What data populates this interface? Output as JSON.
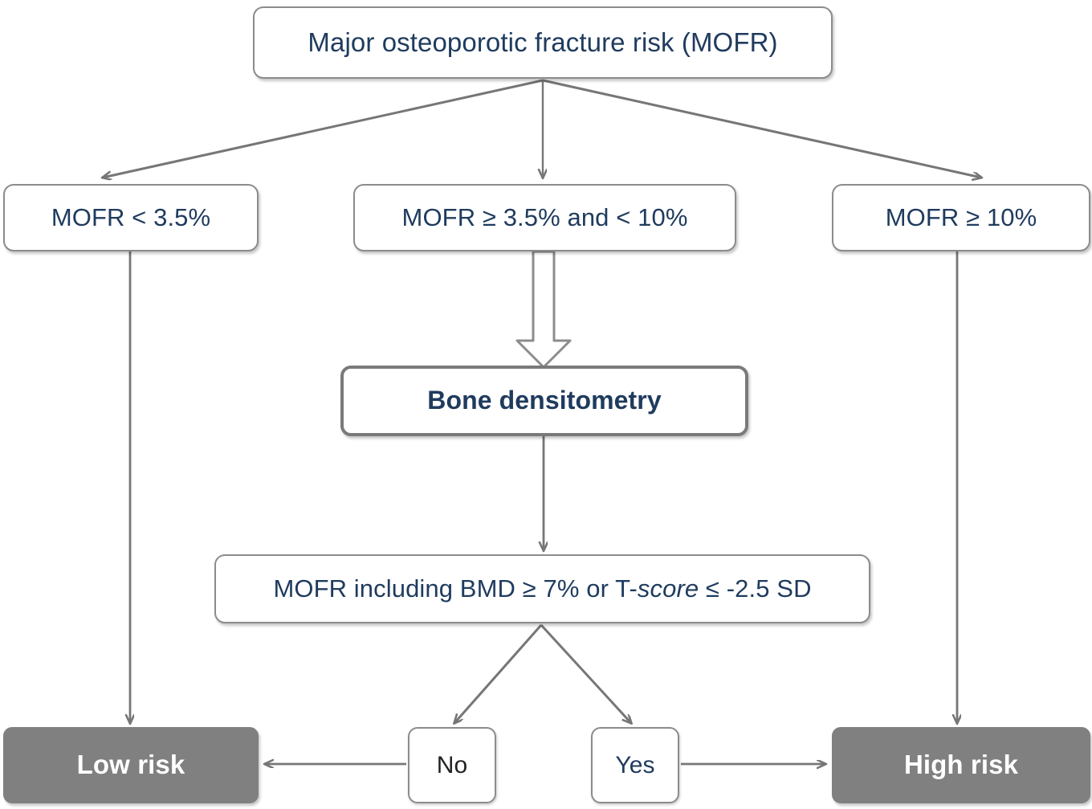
{
  "diagram": {
    "title": "Major osteoporotic fracture risk (MOFR) assessment algorithm",
    "colors": {
      "node_text": "#1f3b5e",
      "node_border": "#8c8c8c",
      "node_fill": "#ffffff",
      "terminal_fill": "#808080",
      "terminal_text": "#ffffff",
      "connector": "#767676",
      "background": "#ffffff"
    }
  },
  "nodes": {
    "root": {
      "label": "Major osteoporotic fracture risk (MOFR)"
    },
    "low_band": {
      "label": "MOFR < 3.5%"
    },
    "mid_band": {
      "label": "MOFR ≥ 3.5% and < 10%"
    },
    "high_band": {
      "label": "MOFR ≥ 10%"
    },
    "densitometry": {
      "label": "Bone densitometry"
    },
    "bmd_criteria": {
      "label_part1": "MOFR including BMD ≥ 7% or T-",
      "label_italic": "score",
      "label_part2": " ≤ -2.5 SD",
      "full": "MOFR including BMD ≥ 7% or T-score ≤ -2.5 SD"
    },
    "low_risk": {
      "label": "Low risk"
    },
    "no": {
      "label": "No"
    },
    "yes": {
      "label": "Yes"
    },
    "high_risk": {
      "label": "High risk"
    }
  },
  "edges": [
    {
      "from": "root",
      "to": "low_band",
      "style": "thin-arrow"
    },
    {
      "from": "root",
      "to": "mid_band",
      "style": "thin-arrow"
    },
    {
      "from": "root",
      "to": "high_band",
      "style": "thin-arrow"
    },
    {
      "from": "low_band",
      "to": "low_risk",
      "style": "thin-arrow"
    },
    {
      "from": "mid_band",
      "to": "densitometry",
      "style": "block-arrow"
    },
    {
      "from": "high_band",
      "to": "high_risk",
      "style": "thin-arrow"
    },
    {
      "from": "densitometry",
      "to": "bmd_criteria",
      "style": "thin-arrow"
    },
    {
      "from": "bmd_criteria",
      "to": "no",
      "style": "thin-arrow"
    },
    {
      "from": "bmd_criteria",
      "to": "yes",
      "style": "thin-arrow"
    },
    {
      "from": "no",
      "to": "low_risk",
      "style": "thin-arrow"
    },
    {
      "from": "yes",
      "to": "high_risk",
      "style": "thin-arrow"
    }
  ]
}
